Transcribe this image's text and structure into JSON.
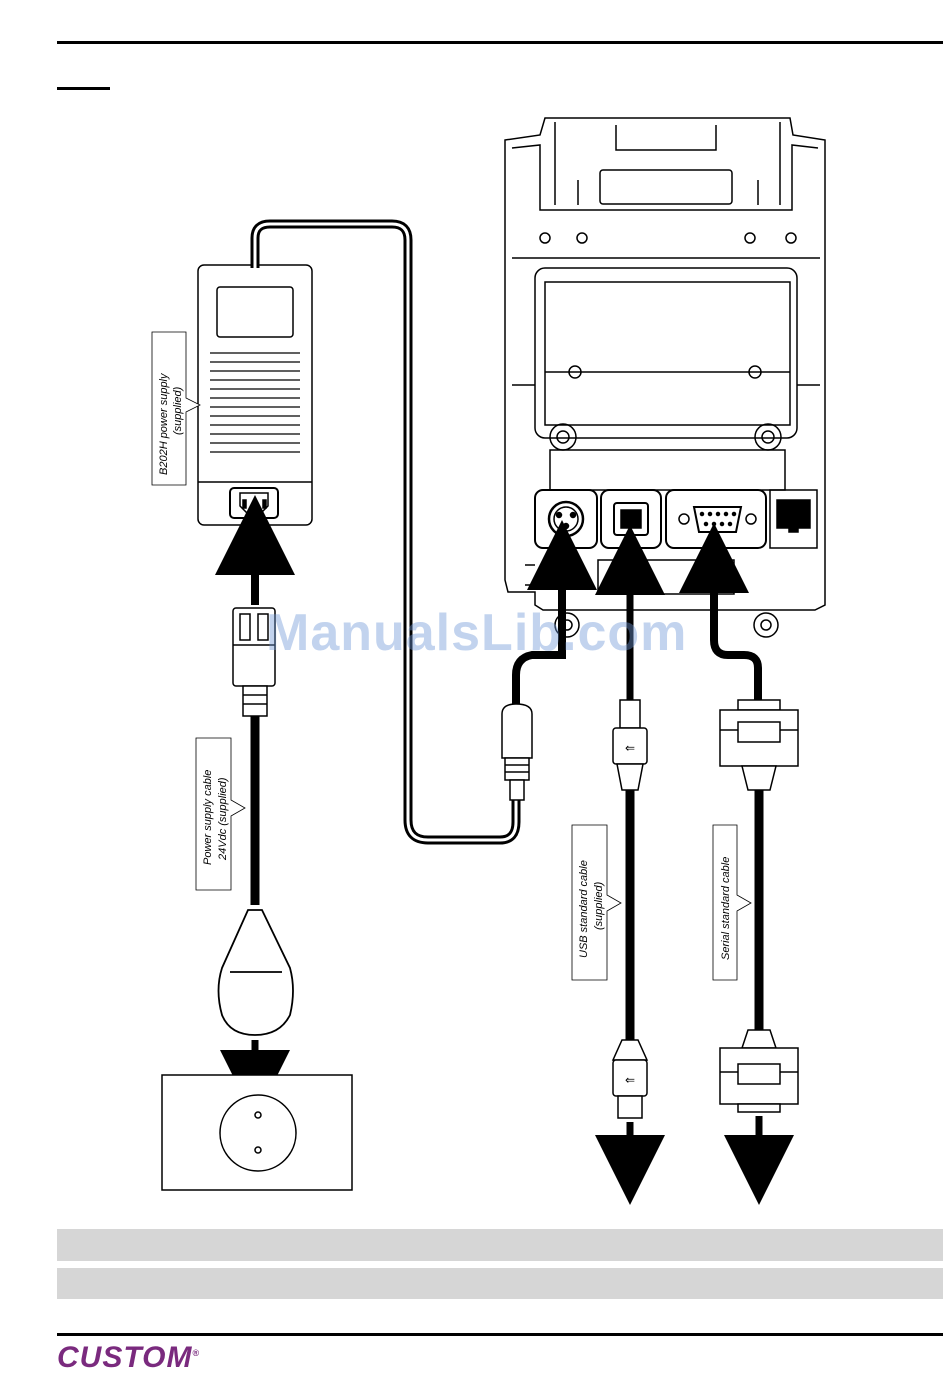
{
  "labels": {
    "power_supply_line1": "B202H power supply",
    "power_supply_line2": "(supplied)",
    "power_cable_line1": "Power supply cable",
    "power_cable_line2": "24Vdc (supplied)",
    "usb_cable_line1": "USB standard cable",
    "usb_cable_line2": "(supplied)",
    "serial_cable_line1": "Serial standard cable"
  },
  "watermark": "ManualsLib.com",
  "footer": {
    "logo_text": "CUSTOM",
    "logo_mark": "®"
  },
  "colors": {
    "logo": "#7a2a7e",
    "watermark": "#6e96d7",
    "gray_bar": "#d6d6d6"
  }
}
